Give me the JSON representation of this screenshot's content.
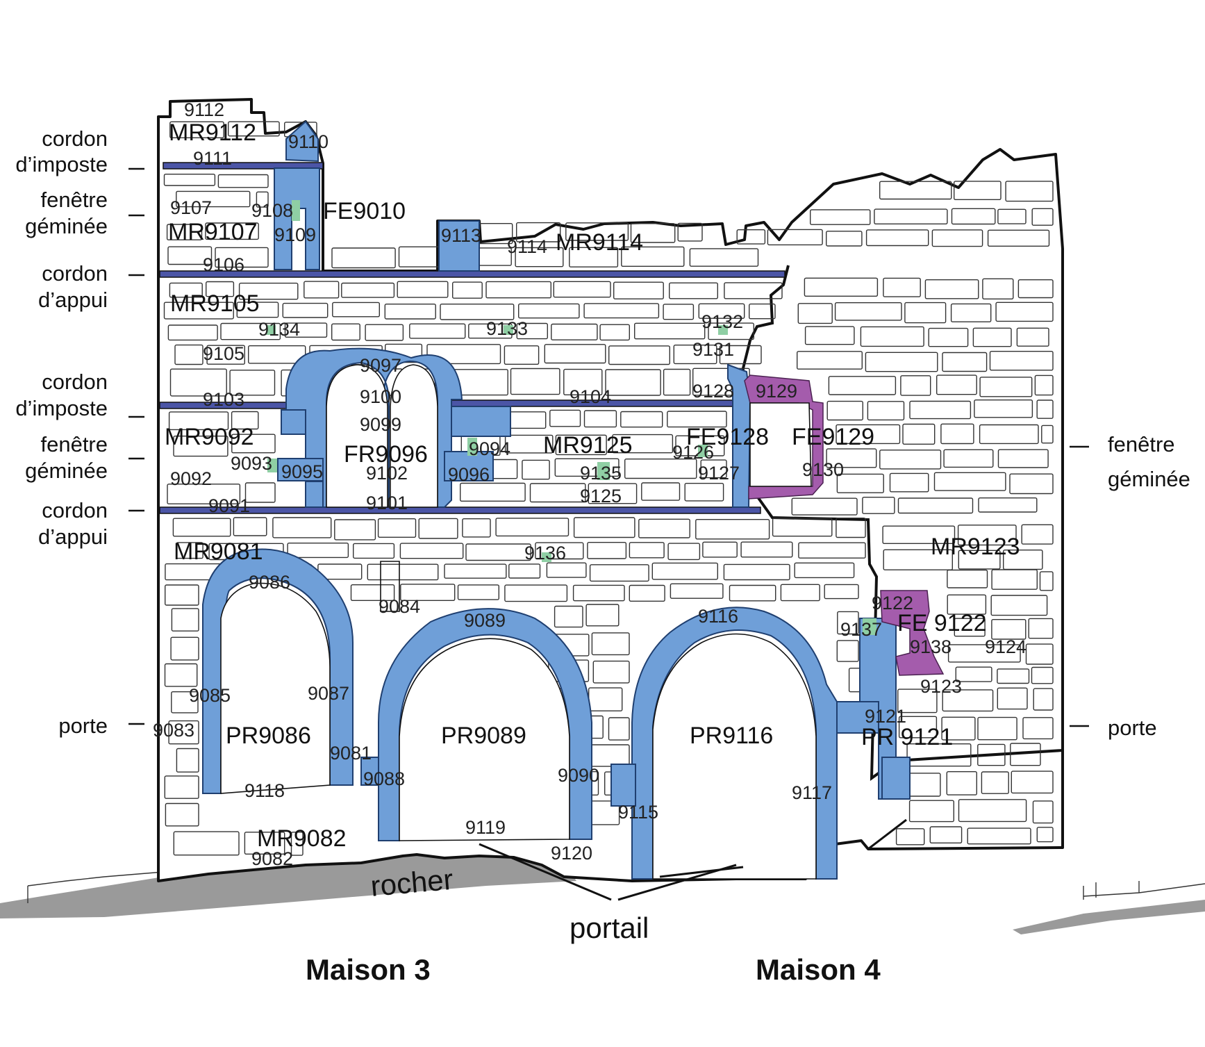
{
  "colors": {
    "dressed_stone": "#6f9fd8",
    "cordon": "#4b55a6",
    "later_insertion": "#a45cac",
    "putlog_hole": "#8fcfa4",
    "rock": "#9a9a9a",
    "outline": "#111111"
  },
  "side_labels_left": [
    {
      "line1": "cordon",
      "line2": "d’imposte"
    },
    {
      "line1": "fenêtre",
      "line2": "géminée"
    },
    {
      "line1": "cordon",
      "line2": "d’appui"
    },
    {
      "line1": "cordon",
      "line2": "d’imposte"
    },
    {
      "line1": "fenêtre",
      "line2": "géminée"
    },
    {
      "line1": "cordon",
      "line2": "d’appui"
    },
    {
      "line1": "porte",
      "line2": ""
    }
  ],
  "side_labels_right": [
    {
      "line1": "fenêtre",
      "line2": "géminée"
    },
    {
      "line1": "porte",
      "line2": ""
    }
  ],
  "unit_labels": [
    "MR9112",
    "FE9010",
    "MR9107",
    "MR9114",
    "MR9105",
    "MR9092",
    "FR9096",
    "MR9125",
    "FE9128",
    "FE9129",
    "MR9081",
    "MR9123",
    "FE 9122",
    "PR9086",
    "PR9089",
    "PR9116",
    "PR 9121",
    "MR9082"
  ],
  "numbers": [
    "9112",
    "9110",
    "9111",
    "9107",
    "9108",
    "9109",
    "9113",
    "9114",
    "9106",
    "9134",
    "9133",
    "9132",
    "9131",
    "9105",
    "9097",
    "9103",
    "9100",
    "9104",
    "9128",
    "9129",
    "9099",
    "9094",
    "9126",
    "9093",
    "9095",
    "9092",
    "9102",
    "9096",
    "9135",
    "9127",
    "9130",
    "9091",
    "9101",
    "9125",
    "9136",
    "9086",
    "9084",
    "9089",
    "9116",
    "9122",
    "9137",
    "9138",
    "9124",
    "9085",
    "9087",
    "9123",
    "9121",
    "9083",
    "9081",
    "9090",
    "9088",
    "9118",
    "9117",
    "9115",
    "9119",
    "9120",
    "9082"
  ],
  "ground_labels": {
    "rock": "rocher",
    "portal": "portail"
  },
  "houses": [
    "Maison 3",
    "Maison 4"
  ]
}
